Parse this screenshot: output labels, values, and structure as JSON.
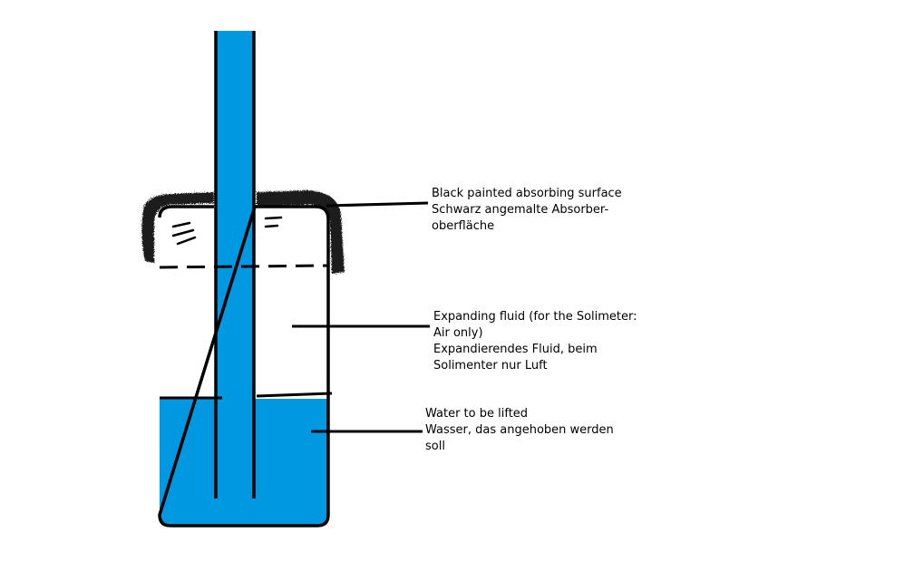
{
  "colors": {
    "water": "#0098e0",
    "outline": "#000000",
    "absorber": "#1c1c1c",
    "background": "#ffffff"
  },
  "labels": {
    "absorber": [
      "Black painted absorbing surface",
      "Schwarz angemalte Absorber-",
      "oberfläche"
    ],
    "fluid": [
      "Expanding fluid (for the Solimeter:",
      "Air only)",
      "Expandierendes Fluid, beim",
      "Solimenter nur Luft"
    ],
    "water": [
      "Water to be lifted",
      "Wasser, das angehoben werden",
      "soll"
    ]
  }
}
